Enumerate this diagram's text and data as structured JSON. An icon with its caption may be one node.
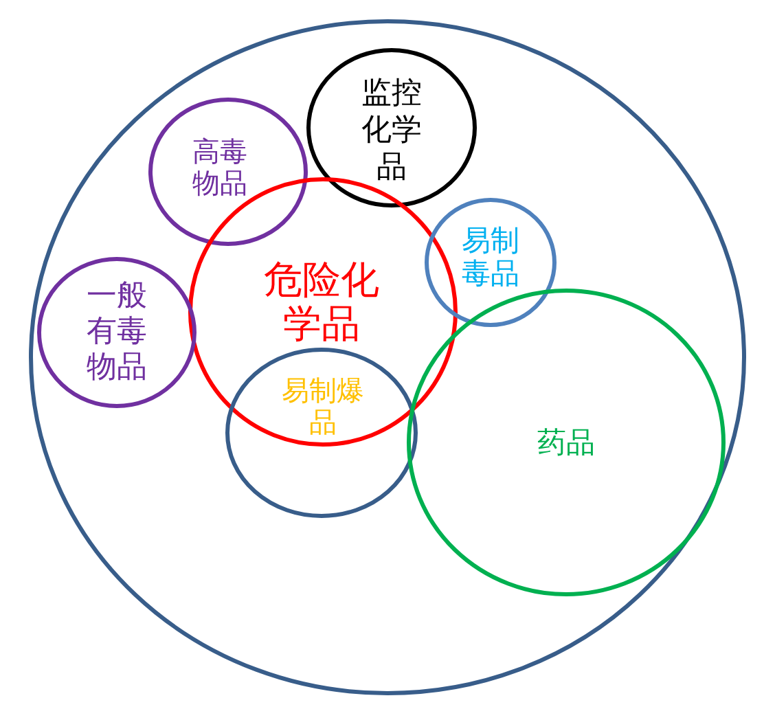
{
  "diagram": {
    "nodes": [
      {
        "text": [],
        "shape": "circle"
      },
      {
        "text": [
          "监控化学品"
        ],
        "in": 0
      },
      {
        "text": [
          "高毒物品"
        ],
        "in": 0
      },
      {
        "text": [
          "危险化学品"
        ],
        "in": 0
      },
      {
        "text": [
          "易制毒品"
        ],
        "in": 0
      },
      {
        "text": [
          "一般有毒物品"
        ],
        "in": 0
      },
      {
        "text": [
          "易制爆品"
        ],
        "in": 0
      },
      {
        "text": [
          "药品"
        ],
        "in": 0
      }
    ]
  }
}
